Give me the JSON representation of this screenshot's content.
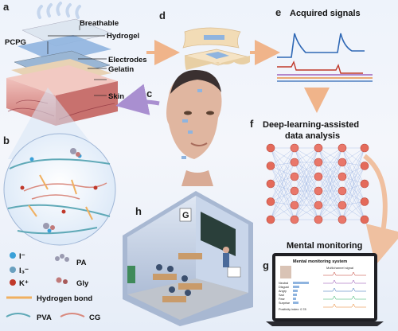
{
  "panels": {
    "a": "a",
    "b": "b",
    "c": "c",
    "d": "d",
    "e": "e",
    "f": "f",
    "g": "g",
    "h": "h"
  },
  "panel_a": {
    "side_label": "PCPG",
    "layers": [
      "Breathable",
      "Hydrogel",
      "Electrodes",
      "Gelatin",
      "Skin"
    ]
  },
  "panel_b": {
    "legend": {
      "i_minus": "I⁻",
      "i3_minus": "I₃⁻",
      "k_plus": "K⁺",
      "pa": "PA",
      "gly": "Gly",
      "hbond": "Hydrogen bond",
      "pva": "PVA",
      "cg": "CG"
    }
  },
  "panel_e": {
    "title": "Acquired signals"
  },
  "panel_f": {
    "title_line1": "Deep-learning-assisted",
    "title_line2": "data analysis"
  },
  "panel_g": {
    "title": "Mental monitoring",
    "screen_title": "Mental monitoring system",
    "screen_sub": "Multichannel signal",
    "rows": [
      "Neutral",
      "Disgust",
      "Angry",
      "Sad",
      "Fear",
      "Surprise",
      "Positivity index: 0.78"
    ]
  },
  "panel_h": {
    "board_letter": "G"
  },
  "colors": {
    "blue_layer": "#8fb4df",
    "gelatin": "#e8d2b4",
    "skin": "#e9a9a7",
    "signal_blue": "#2f68b5",
    "signal_red": "#c0392b",
    "arrow": "#f0b48a"
  }
}
